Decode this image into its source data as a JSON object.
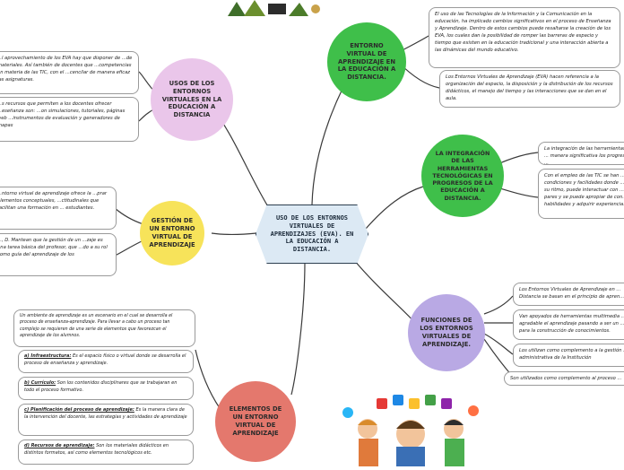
{
  "central": {
    "title": "USO DE LOS ENTORNOS VIRTUALES DE APRENDIZAJES (EVA). EN LA EDUCACIÓN A DISTANCIA."
  },
  "colors": {
    "green": "#3fbf4a",
    "pink": "#eac6ea",
    "yellow": "#f7e35a",
    "purple": "#b9a9e4",
    "red": "#e4786d",
    "central": "#dce9f4"
  },
  "nodes": {
    "entorno": "ENTORNO VIRTUAL DE APRENDIZAJE EN LA EDUCACIÓN A DISTANCIA.",
    "usos": "USOS DE LOS ENTORNOS VIRTUALES EN LA EDUCACIÓN A DISTANCIA",
    "integracion": "LA INTEGRACIÓN DE LAS HERRAMIENTAS TECNOLÓGICAS EN PROGRESOS DE LA EDUCACIÓN A DISTANCIA.",
    "gestion": "GESTIÓN DE UN ENTORNO VIRTUAL DE APRENDIZAJE",
    "funciones": "FUNCIONES DE LOS ENTORNOS VIRTUALES DE APRENDIZAJE.",
    "elementos": "ELEMENTOS DE UN ENTORNO VIRTUAL DE APRENDIZAJE"
  },
  "texts": {
    "entorno_1": "El uso de las Tecnologías de la Información y la Comunicación en la educación, ha implicado cambios significativos en el proceso de Enseñanza y Aprendizaje. Dentro de estos cambios puede resaltarse la creación de los EVA, los cuales dan la posibilidad de romper las barreras de espacio y tiempo que existen en la educación tradicional y una interacción abierta a las dinámicas del mundo educativo.",
    "entorno_2": "Los Entornos Virtuales de Aprendizaje (EVA) hacen referencia a la organización del espacio, la disposición y la distribución de los recursos didácticos, el manejo del tiempo y las interacciones que se dan en el aula.",
    "usos_1": "...l aprovechamiento de los EVA hay que disponer de ...de materiales. Así también de docentes que ...competencias en materia de las TIC, con el ...cencilar de manera eficaz las asignaturas.",
    "usos_2": "...s recursos que permiten a los docentes ofrecer ...eseñanza son: ...on simulaciones, tutoriales, páginas web ...instrumentos de evaluación y generadores de mapas",
    "integracion_1": "La integración de las herramientas ... manera significativa los progresos ...",
    "integracion_2": "Con el empleo de las TIC se han ... condiciones y facilidades donde ... su ritmo, puede interactuar con ... pares y se puede apropiar de con... habilidades y adquirir experiencia...",
    "gestion_1": "...ntorno virtual de aprendizaje ofrece la ...prar elementos conceptuales, ...ctitudinales que facilitan una formación en ... estudiantes.",
    "gestion_2": "..., D. Mantean que la gestión de un ...zaje es una tarea básica del profesor, que ...do a su rol como guía del aprendizaje de los",
    "funciones_1": "Los Entornos Virtuales de Aprendizaje en ... Distancia se basan en el principio de apren...",
    "funciones_2": "Van apoyados de herramientas multimedia ... agradable el aprendizaje pasando a ser un ... para la construcción de conocimientos.",
    "funciones_3": "Los utilizan como complemento a la gestión ... administrativa de la Institución",
    "funciones_4": "Son utilizados como complemento al proceso ...",
    "elementos_intro": "Un ambiente de aprendizaje es un escenario en el cual se desarrolla el proceso de enseñanza-aprendizaje. Para llevar a cabo un proceso tan complejo se requieren de una serie de elementos que favorezcan el aprendizaje de los alumnos.",
    "elementos_a_label": "a) Infraestructura:",
    "elementos_a": " Es el espacio físico o virtual donde se desarrolla el proceso de enseñanza y aprendizaje.",
    "elementos_b_label": "b) Currículo:",
    "elementos_b": " Son los contenidos disciplinares que se trabajaran en todo el proceso formativo.",
    "elementos_c_label": "c) Planificación del proceso de aprendizaje:",
    "elementos_c": " Es la manera clara de la intervención del docente, las estrategias y actividades de aprendizaje",
    "elementos_d_label": "d) Recursos de aprendizaje:",
    "elementos_d": " Son los materiales didácticos en distintos formatos, así como elementos tecnológicos etc."
  }
}
